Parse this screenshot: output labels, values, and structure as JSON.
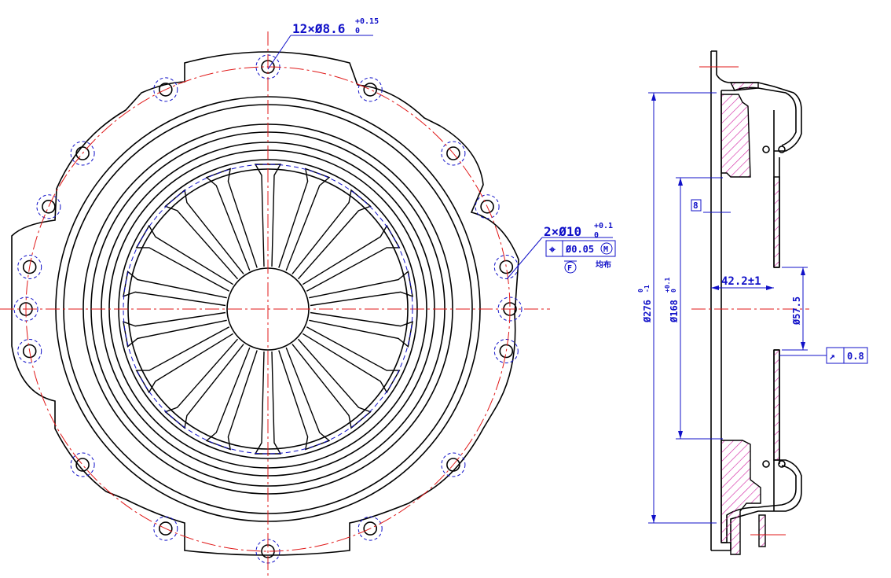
{
  "annotations": {
    "holes_12": {
      "main": "12×Ø8.6",
      "tol_upper": "+0.15",
      "tol_lower": "0"
    },
    "holes_2": {
      "main": "2×Ø10",
      "tol_upper": "+0.1",
      "tol_lower": "0"
    },
    "position_fcf": {
      "symbol": "⌖",
      "tolerance": "Ø0.05",
      "modifier": "M",
      "datum": "F",
      "note": "均布"
    },
    "side_box": "8",
    "depth": "42.2±1",
    "diameter_inner": "Ø57.5",
    "diameter_mid": {
      "main": "Ø168",
      "tol_upper": "+0.1",
      "tol_lower": "0"
    },
    "diameter_outer": {
      "main": "Ø276",
      "tol_upper": "0",
      "tol_lower": "-1"
    },
    "runout": {
      "symbol": "↗",
      "value": "0.8"
    }
  },
  "colors": {
    "outline": "#000000",
    "centerline": "#e01818",
    "dimension": "#1010c8",
    "hatch": "#d01ca0"
  }
}
